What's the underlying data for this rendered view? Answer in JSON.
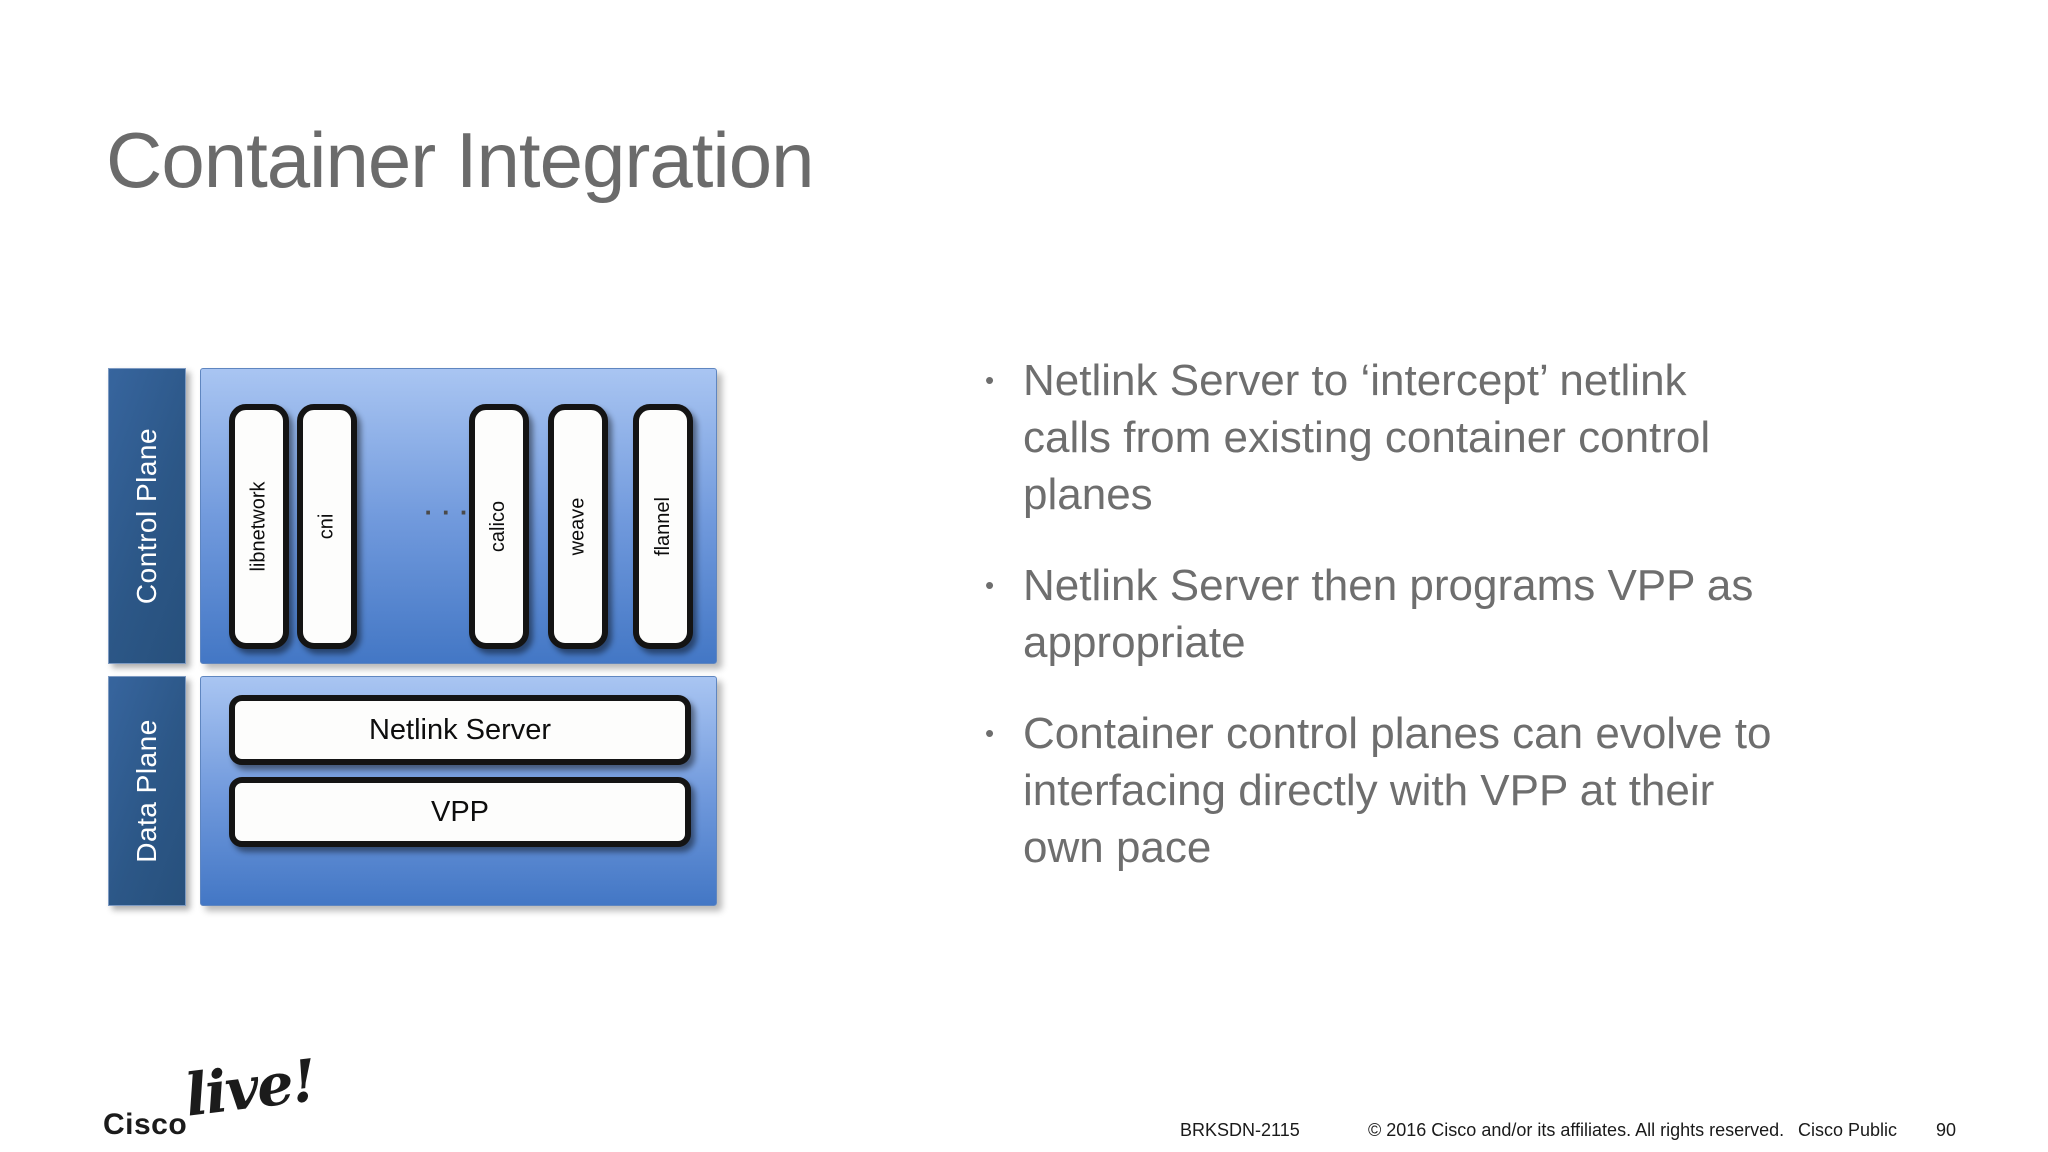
{
  "slide": {
    "title": "Container Integration"
  },
  "colors": {
    "title_gray": "#6b6b6b",
    "body_text_gray": "#6e6e6e",
    "plane_label_blue": "#2c5787",
    "panel_blue_top": "#a9c5f2",
    "panel_blue_bottom": "#4377c5",
    "box_border_black": "#141414",
    "box_fill_white": "#fdfdfc"
  },
  "diagram": {
    "planes": [
      {
        "label": "Control Plane"
      },
      {
        "label": "Data Plane"
      }
    ],
    "control_pills": [
      "libnetwork",
      "cni",
      "calico",
      "weave",
      "flannel"
    ],
    "ellipsis": "···",
    "data_boxes": [
      "Netlink Server",
      "VPP"
    ]
  },
  "bullets": {
    "marker": "•",
    "items": [
      {
        "text": "Netlink Server to ‘intercept’ netlink\ncalls from existing container control\nplanes"
      },
      {
        "text": "Netlink Server then programs VPP as\nappropriate"
      },
      {
        "text": "Container control planes can evolve to\ninterfacing directly with VPP at their\nown pace"
      }
    ]
  },
  "logo": {
    "brand": "Cisco",
    "script": "live!"
  },
  "footer": {
    "session_id": "BRKSDN-2115",
    "copyright": "© 2016  Cisco and/or its affiliates. All rights reserved.",
    "classification": "Cisco Public",
    "page_number": "90"
  }
}
